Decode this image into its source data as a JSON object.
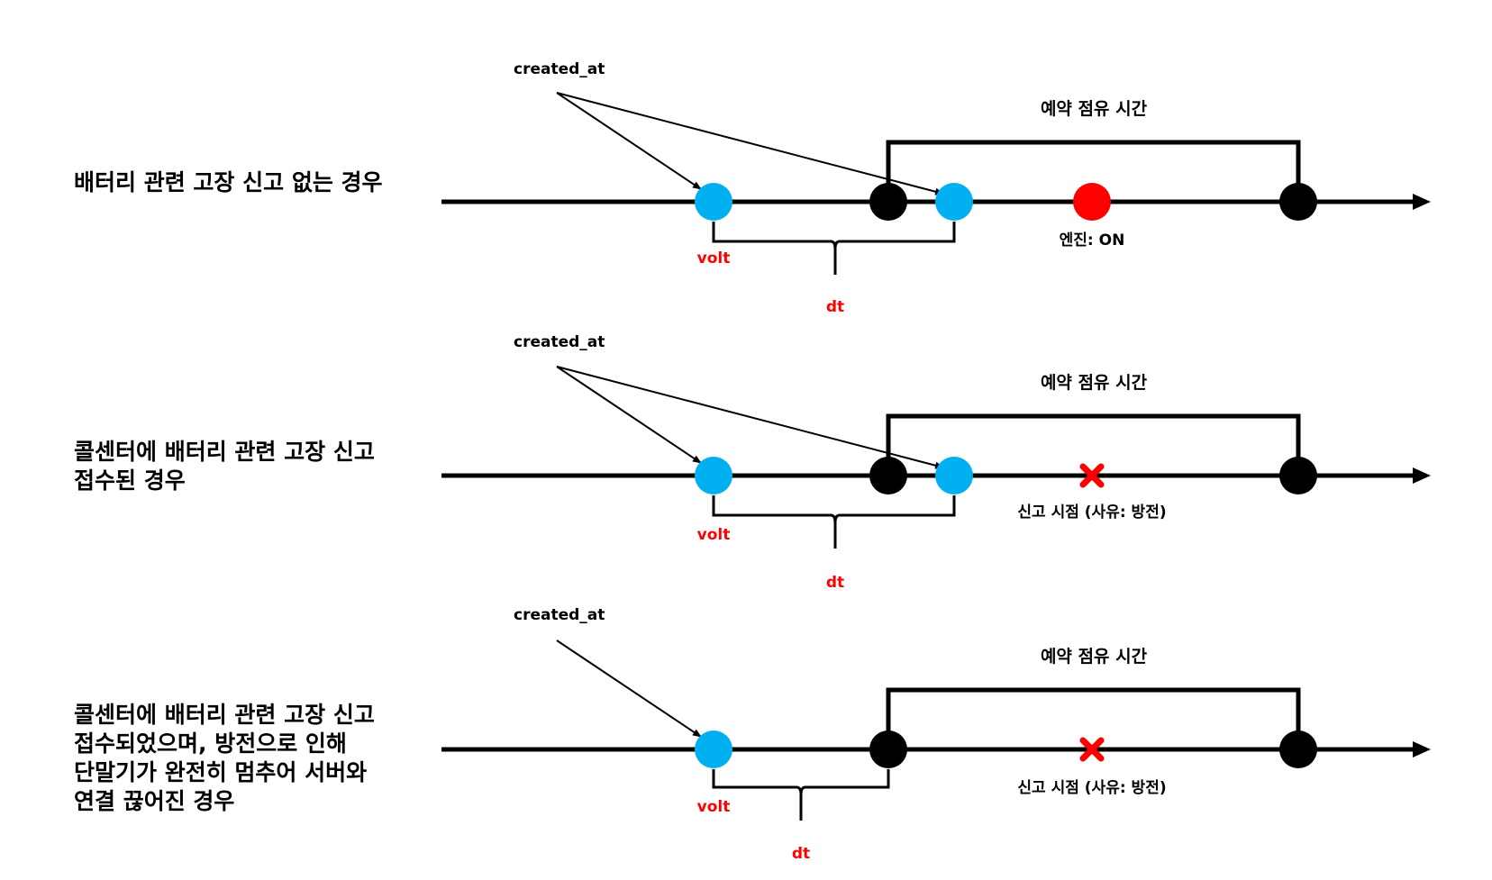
{
  "colors": {
    "line": "#000000",
    "blue_point": "#00B0F0",
    "black_point": "#000000",
    "red_point": "#FF0000",
    "red_text": "#FF0000"
  },
  "scenarios": [
    {
      "title_lines": [
        "배터리 관련 고장 신고 없는 경우"
      ],
      "created_at_label": "created_at",
      "period_label": "예약 점유 시간",
      "volt_label": "volt",
      "dt_label": "dt",
      "event_label": "엔진: ON",
      "event_marker": "red-dot-icon"
    },
    {
      "title_lines": [
        "콜센터에 배터리 관련 고장 신고",
        "접수된 경우"
      ],
      "created_at_label": "created_at",
      "period_label": "예약 점유 시간",
      "volt_label": "volt",
      "dt_label": "dt",
      "event_label": "신고 시점 (사유: 방전)",
      "event_marker": "red-x-icon"
    },
    {
      "title_lines": [
        "콜센터에 배터리 관련 고장 신고",
        "접수되었으며, 방전으로 인해",
        "단말기가 완전히 멈추어 서버와",
        "연결 끊어진 경우"
      ],
      "created_at_label": "created_at",
      "period_label": "예약 점유 시간",
      "volt_label": "volt",
      "dt_label": "dt",
      "event_label": "신고 시점 (사유: 방전)",
      "event_marker": "red-x-icon"
    }
  ]
}
